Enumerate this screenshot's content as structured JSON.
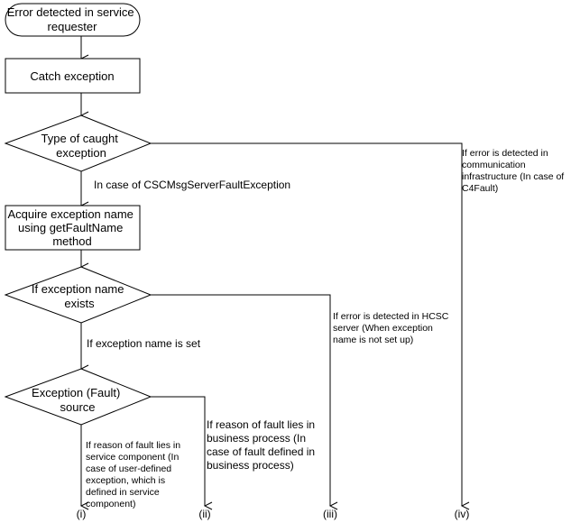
{
  "nodes": {
    "start": [
      "Error detected in service",
      "requester"
    ],
    "catch": [
      "Catch exception"
    ],
    "decision_type": [
      "Type of caught",
      "exception"
    ],
    "acquire": [
      "Acquire exception name",
      "using getFaultName",
      "method"
    ],
    "decision_exists": [
      "If exception name",
      "exists"
    ],
    "decision_source": [
      "Exception (Fault)",
      "source"
    ]
  },
  "edge_labels": {
    "cscmsg": [
      "In case of CSCMsgServerFaultException"
    ],
    "c4fault": [
      "If error is detected in",
      "communication",
      "infrastructure (In case of",
      "C4Fault)"
    ],
    "name_set": [
      "If exception name is set"
    ],
    "hcsc": [
      "If error is detected in HCSC",
      "server (When exception",
      "name is not set up)"
    ],
    "business": [
      "If reason of fault lies in",
      "business process (In",
      "case of fault defined in",
      "business process)"
    ],
    "service": [
      "If reason of fault lies in",
      "service component (In",
      "case of user-defined",
      "exception, which is",
      "defined in service",
      "component)"
    ]
  },
  "outcomes": {
    "i": "(i)",
    "ii": "(ii)",
    "iii": "(iii)",
    "iv": "(iv)"
  }
}
